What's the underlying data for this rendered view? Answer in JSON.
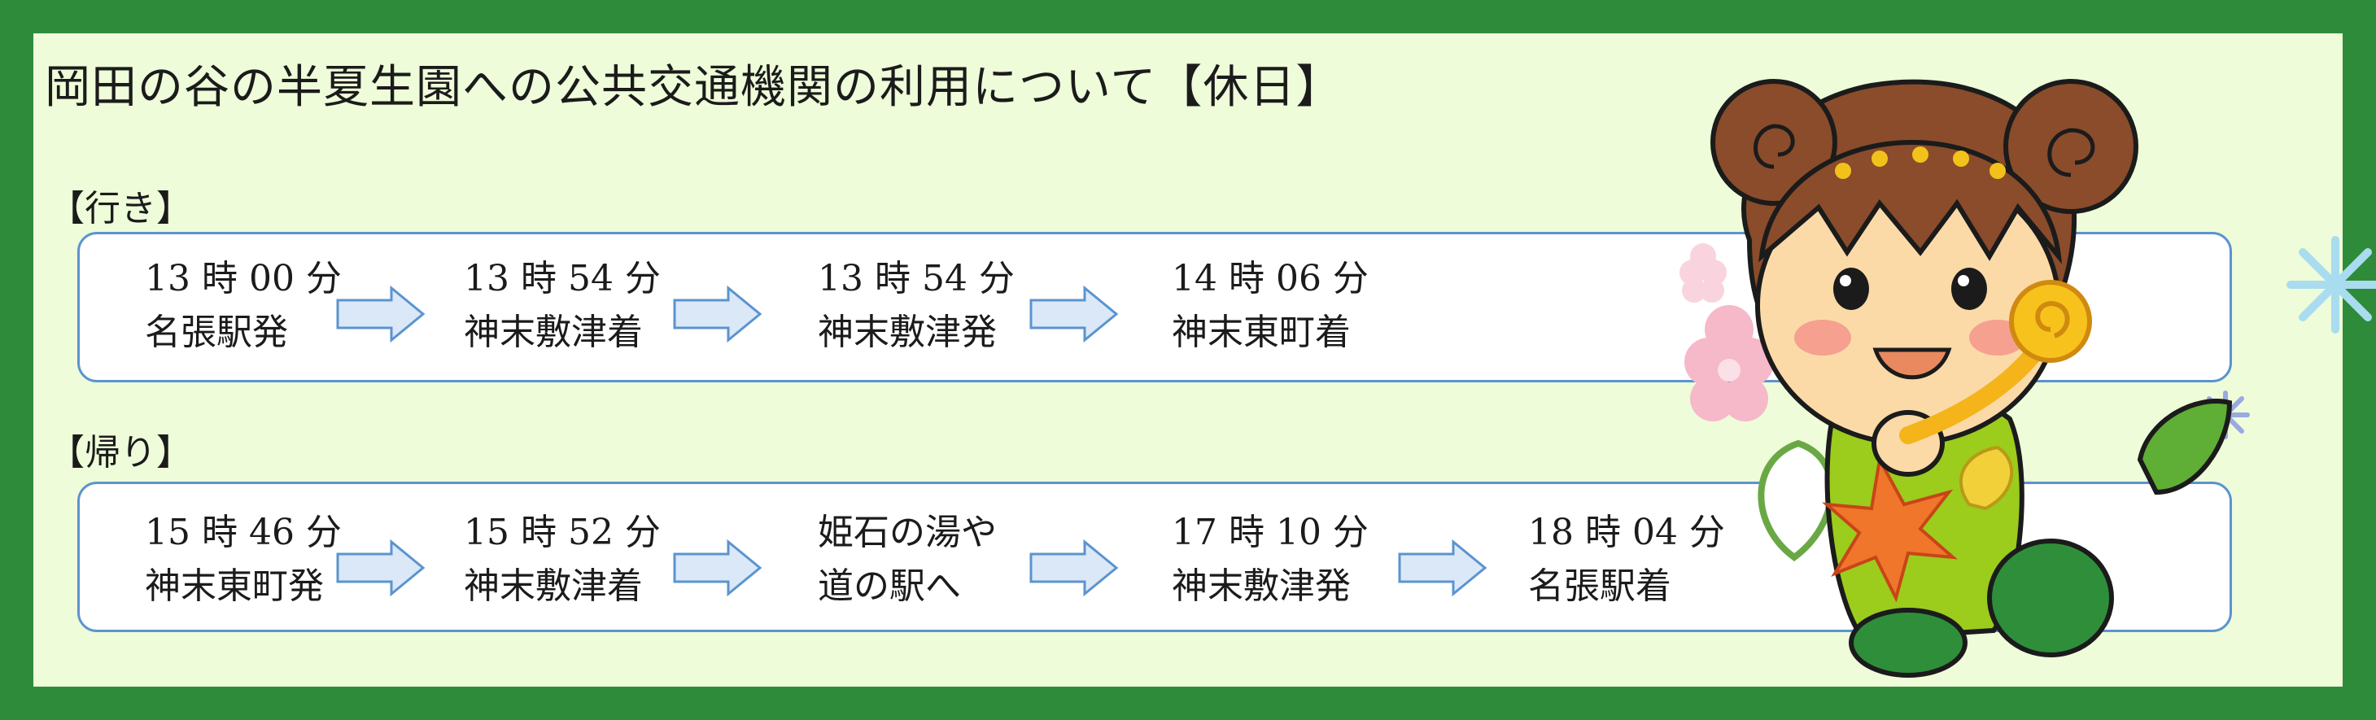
{
  "title": "岡田の谷の半夏生園への公共交通機関の利用について【休日】",
  "outbound": {
    "label": "【行き】",
    "steps": [
      {
        "time": "13 時 00 分",
        "place": "名張駅発"
      },
      {
        "time": "13 時 54 分",
        "place": "神末敷津着"
      },
      {
        "time": "13 時 54 分",
        "place": "神末敷津発"
      },
      {
        "time": "14 時 06 分",
        "place": "神末東町着"
      }
    ]
  },
  "return": {
    "label": "【帰り】",
    "steps": [
      {
        "time": "15 時 46 分",
        "place": "神末東町発"
      },
      {
        "time": "15 時 52 分",
        "place": "神末敷津着"
      },
      {
        "time": "姫石の湯や",
        "place": "道の駅へ"
      },
      {
        "time": "17 時 10 分",
        "place": "神末敷津発"
      },
      {
        "time": "18 時 04 分",
        "place": "名張駅着"
      }
    ]
  },
  "icons": {
    "arrow": "right-arrow-icon",
    "mascot": "mascot-character-illustration"
  },
  "colors": {
    "frame": "#2e8b3a",
    "panel": "#eefcd9",
    "box_border": "#5b94cf",
    "arrow_fill": "#dbe8f7",
    "arrow_stroke": "#5b94cf"
  }
}
